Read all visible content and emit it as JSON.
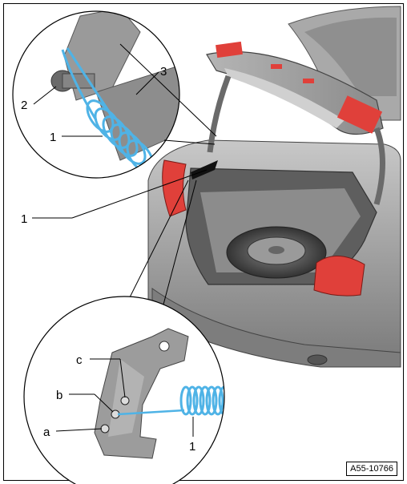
{
  "figure": {
    "id": "A55-10766",
    "callouts": {
      "top_detail": [
        "1",
        "2",
        "3"
      ],
      "main": [
        "1"
      ],
      "bottom_detail": [
        "a",
        "b",
        "c",
        "1"
      ]
    }
  },
  "colors": {
    "spring": "#4fb3e6",
    "car_body": "#9a9a9a",
    "tail_light": "#e0403a",
    "outline": "#000000"
  }
}
